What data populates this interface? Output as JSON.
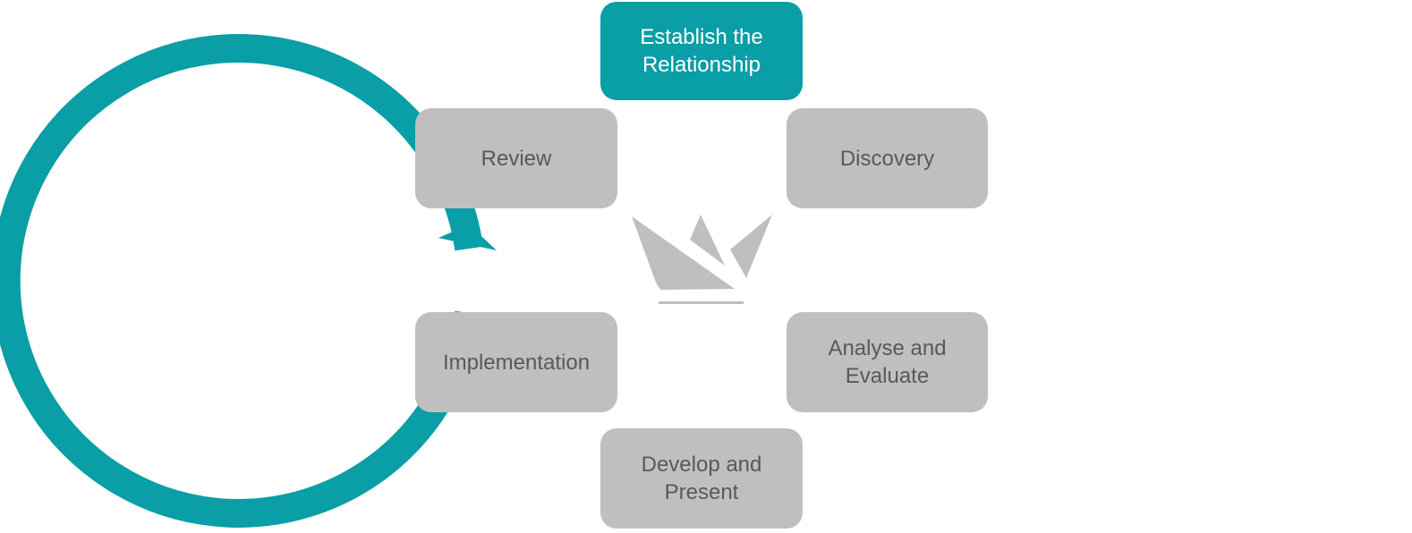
{
  "diagram": {
    "type": "cycle",
    "direction": "clockwise",
    "colors": {
      "ring": "#0a9ea6",
      "active_box": "#0a9ea6",
      "active_text": "#ffffff",
      "box": "#bfbfbf",
      "box_text": "#595959",
      "logo": "#bfbfbf"
    },
    "stages": [
      {
        "label": "Establish the\nRelationship",
        "active": true
      },
      {
        "label": "Discovery",
        "active": false
      },
      {
        "label": "Analyse and\nEvaluate",
        "active": false
      },
      {
        "label": "Develop and\nPresent",
        "active": false
      },
      {
        "label": "Implementation",
        "active": false
      },
      {
        "label": "Review",
        "active": false
      }
    ],
    "center_icon": "origami-boat-logo"
  }
}
